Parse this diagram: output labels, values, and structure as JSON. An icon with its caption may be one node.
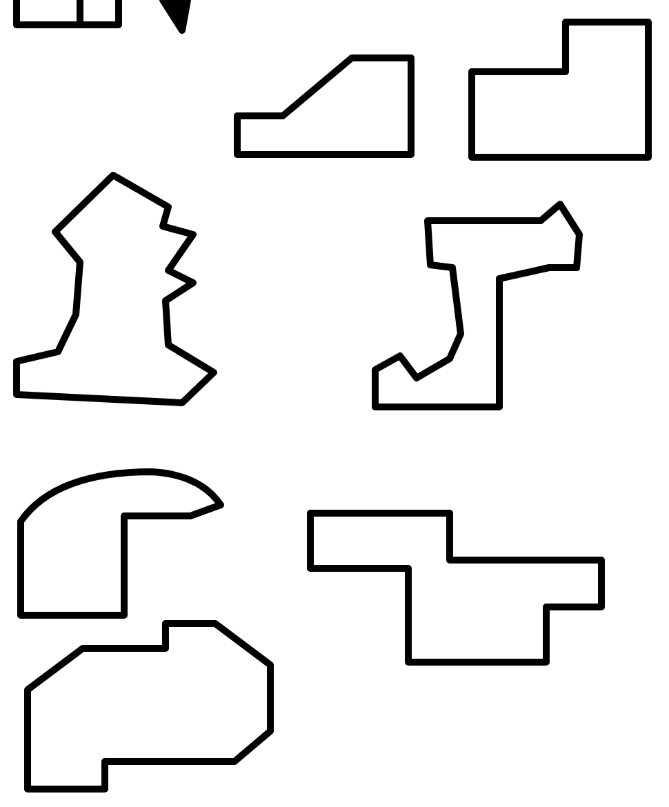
{
  "diagram": {
    "nodes": [
      {
        "text": [],
        "shape": "box"
      },
      {
        "text": [],
        "shape": "triangle"
      },
      {
        "text": [],
        "shape": "polygon"
      },
      {
        "text": [],
        "shape": "polygon"
      },
      {
        "text": [],
        "shape": "polygon"
      },
      {
        "text": [],
        "shape": "polygon"
      },
      {
        "text": [],
        "shape": "polygon"
      },
      {
        "text": [],
        "shape": "polygon"
      },
      {
        "text": [],
        "shape": "polygon"
      }
    ]
  }
}
